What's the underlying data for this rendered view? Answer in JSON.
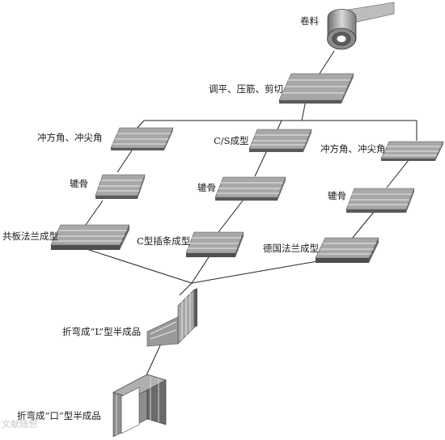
{
  "labels": {
    "coil": "卷料",
    "level_rib_cut": "调平、压筋、剪切",
    "punch_left": "冲方角、冲尖角",
    "cs_form": "C/S成型",
    "punch_right": "冲方角、冲尖角",
    "notch_left": "辘骨",
    "notch_mid": "辘骨",
    "notch_right": "辘骨",
    "common_flange": "共板法兰成型",
    "c_insert": "C型插条成型",
    "german_flange": "德国法兰成型",
    "bend_l": "折弯成“L”型半成品",
    "bend_box": "折弯成“口”型半成品"
  },
  "watermark": "文献随想",
  "colors": {
    "sheet_top": "#a8a8a8",
    "sheet_line": "#e8e8e8",
    "sheet_side": "#5a5a5a",
    "connector": "#222222"
  }
}
